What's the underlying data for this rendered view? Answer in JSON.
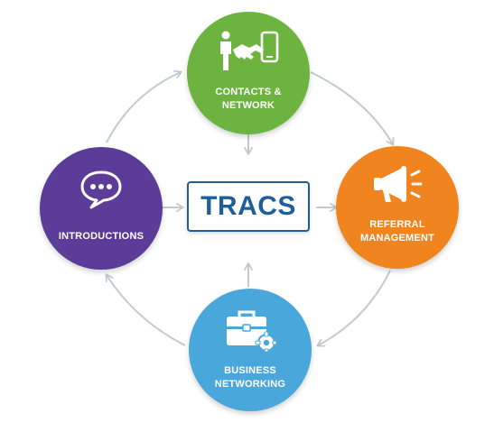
{
  "center": {
    "title": "TRACS"
  },
  "nodes": [
    {
      "id": "contacts",
      "label": "CONTACTS &\nNETWORK",
      "color": "#6cb43f",
      "icon": "handshake-phone-icon"
    },
    {
      "id": "referral",
      "label": "REFERRAL\nMANAGEMENT",
      "color": "#f0841f",
      "icon": "megaphone-icon"
    },
    {
      "id": "business",
      "label": "BUSINESS\nNETWORKING",
      "color": "#4aa7dc",
      "icon": "briefcase-gear-icon"
    },
    {
      "id": "introductions",
      "label": "INTRODUCTIONS",
      "color": "#5b3c98",
      "icon": "chat-bubble-icon"
    }
  ],
  "colors": {
    "arrow": "#c4c9ce",
    "center_border": "#1f5e98",
    "center_text": "#1f5e98"
  }
}
